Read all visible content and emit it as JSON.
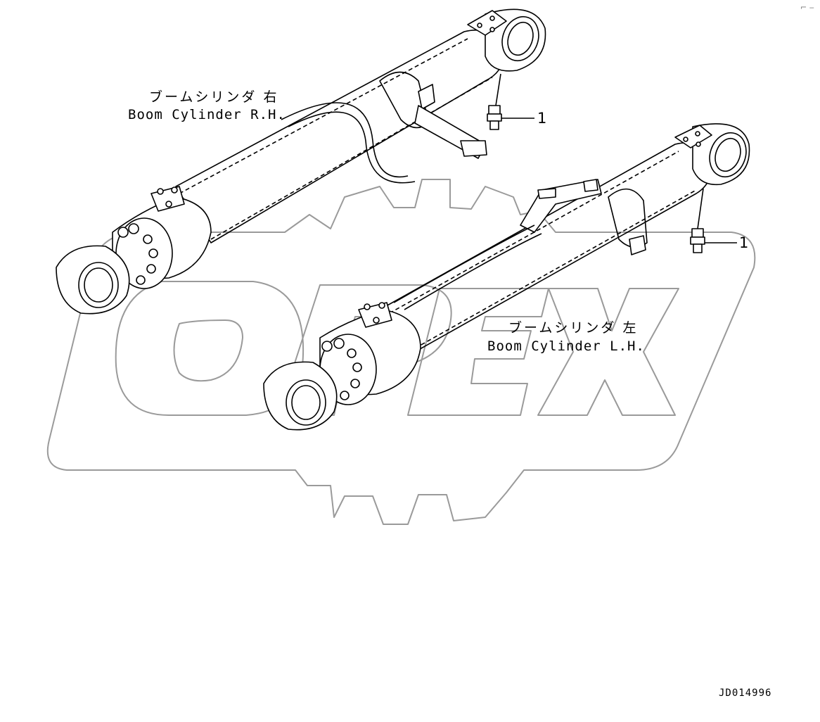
{
  "diagram": {
    "cylinders": [
      {
        "id": "rh",
        "label_jp": "ブームシリンダ 右",
        "label_en": "Boom Cylinder R.H.",
        "callout": "1"
      },
      {
        "id": "lh",
        "label_jp": "ブームシリンダ 左",
        "label_en": "Boom Cylinder L.H.",
        "callout": "1"
      }
    ],
    "document_id": "JD014996",
    "corner_mark": "⌐ ‒",
    "watermark_text": "OPEX",
    "colors": {
      "line": "#000000",
      "watermark": "#9a9a9a",
      "background": "#ffffff"
    }
  }
}
